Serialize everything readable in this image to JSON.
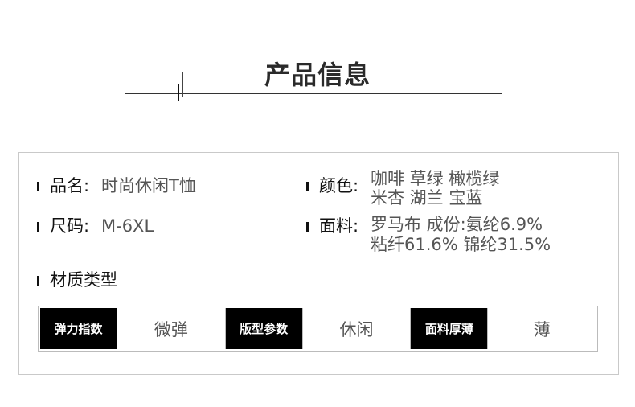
{
  "heading": {
    "title": "产品信息"
  },
  "info": {
    "name": {
      "label": "品名:",
      "value": "时尚休闲T恤"
    },
    "size": {
      "label": "尺码:",
      "value": "M-6XL"
    },
    "color": {
      "label": "颜色:",
      "line1": "咖啡  草绿  橄榄绿",
      "line2": "米杏  湖兰  宝蓝"
    },
    "fabric": {
      "label": "面料:",
      "line1": "罗马布 成份:氨纶6.9%",
      "line2": "粘纤61.6%  锦纶31.5%"
    },
    "material_type": {
      "label": "材质类型"
    }
  },
  "specs": [
    {
      "name": "弹力指数",
      "value": "微弹"
    },
    {
      "name": "版型参数",
      "value": "休闲"
    },
    {
      "name": "面料厚薄",
      "value": "薄"
    }
  ]
}
